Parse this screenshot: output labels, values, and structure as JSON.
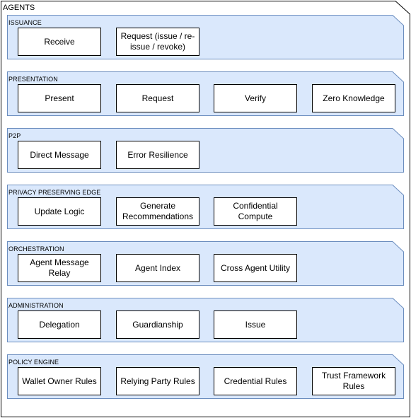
{
  "title": "AGENTS",
  "colors": {
    "section_fill": "#dae8fc",
    "section_stroke": "#6c8ebf",
    "box_fill": "#ffffff",
    "box_stroke": "#000000"
  },
  "sections": [
    {
      "label": "ISSUANCE",
      "items": [
        "Receive",
        "Request (issue / re-issue / revoke)"
      ]
    },
    {
      "label": "PRESENTATION",
      "items": [
        "Present",
        "Request",
        "Verify",
        "Zero Knowledge"
      ]
    },
    {
      "label": "P2P",
      "items": [
        "Direct Message",
        "Error Resilience"
      ]
    },
    {
      "label": "PRIVACY PRESERVING EDGE",
      "items": [
        "Update Logic",
        "Generate Recommendations",
        "Confidential Compute"
      ]
    },
    {
      "label": "ORCHESTRATION",
      "items": [
        "Agent Message Relay",
        "Agent Index",
        "Cross Agent Utility"
      ]
    },
    {
      "label": "ADMINISTRATION",
      "items": [
        "Delegation",
        "Guardianship",
        "Issue"
      ]
    },
    {
      "label": "POLICY ENGINE",
      "items": [
        "Wallet Owner Rules",
        "Relying Party Rules",
        "Credential Rules",
        "Trust Framework Rules"
      ]
    }
  ]
}
